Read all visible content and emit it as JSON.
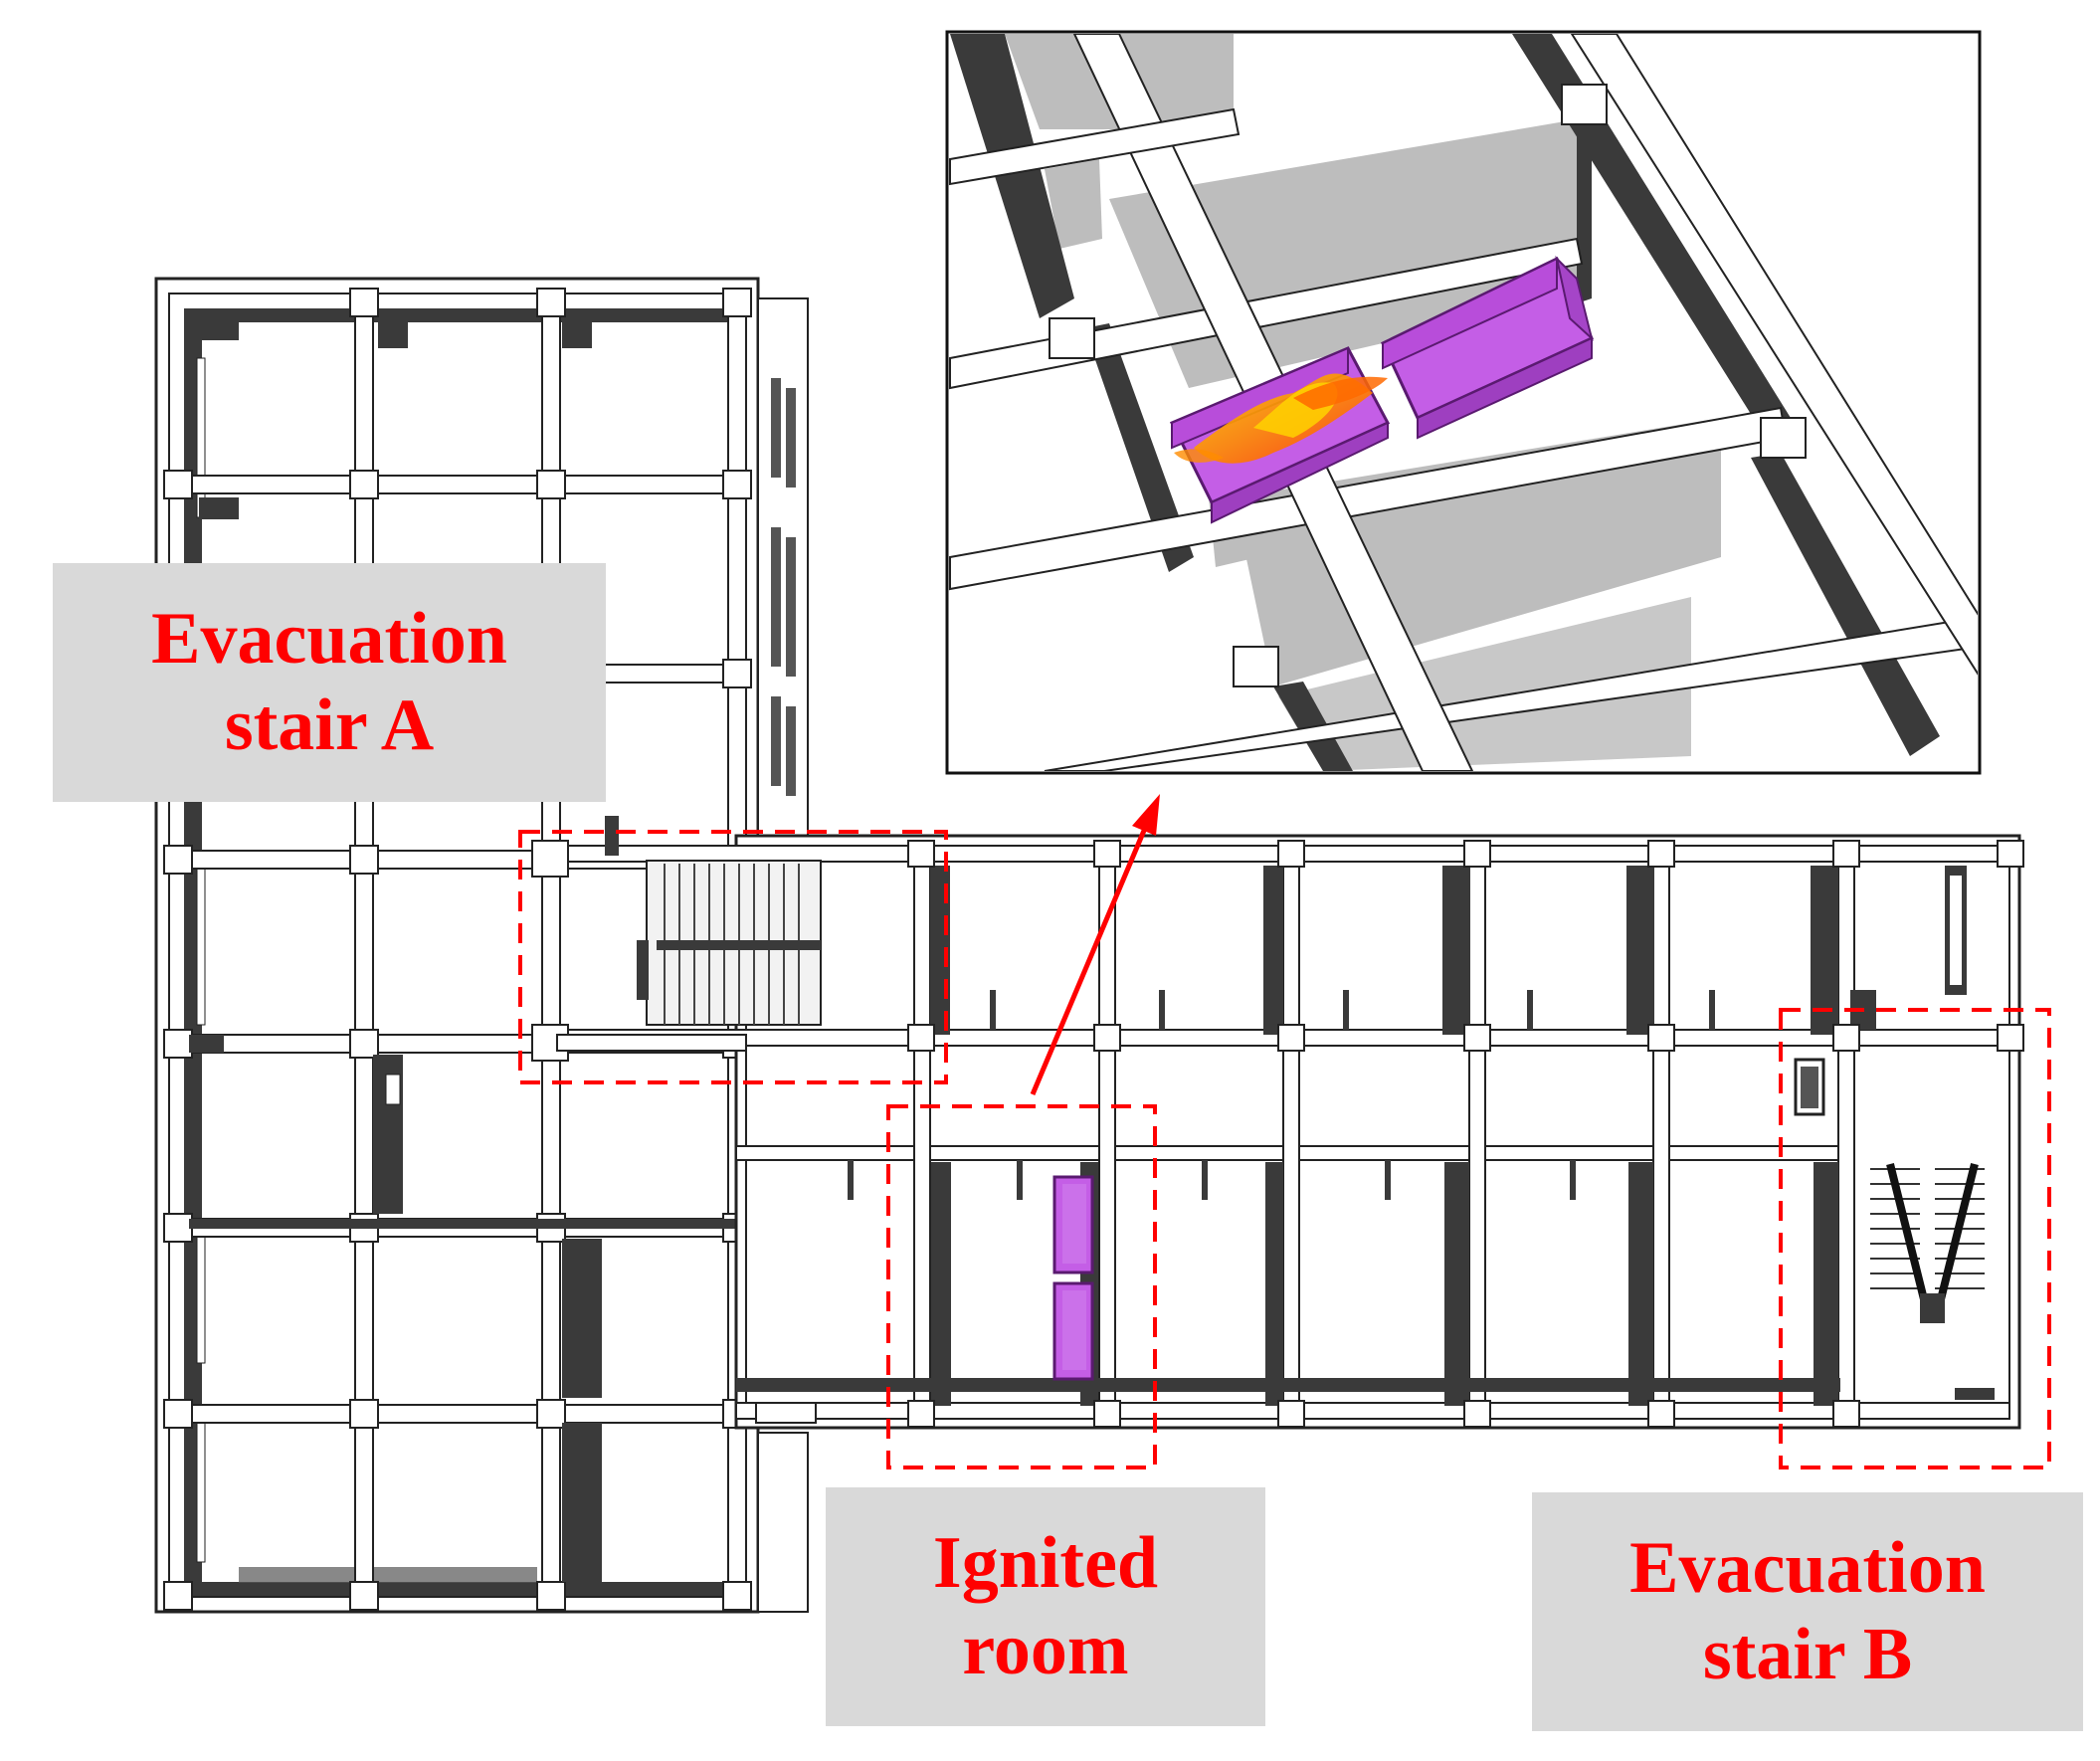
{
  "labels": {
    "stair_a": {
      "line1": "Evacuation",
      "line2": "stair A"
    },
    "ignited_room": {
      "line1": "Ignited",
      "line2": "room"
    },
    "stair_b": {
      "line1": "Evacuation",
      "line2": "stair B"
    }
  },
  "colors": {
    "label_text": "#ff0000",
    "label_background": "#d9d9d9",
    "highlight_dash": "#ff0000",
    "furniture": "#c45ee6",
    "fire": "#ff8c00",
    "wall_shadow": "#3a3a3a",
    "wall_face": "#bdbdbd"
  }
}
